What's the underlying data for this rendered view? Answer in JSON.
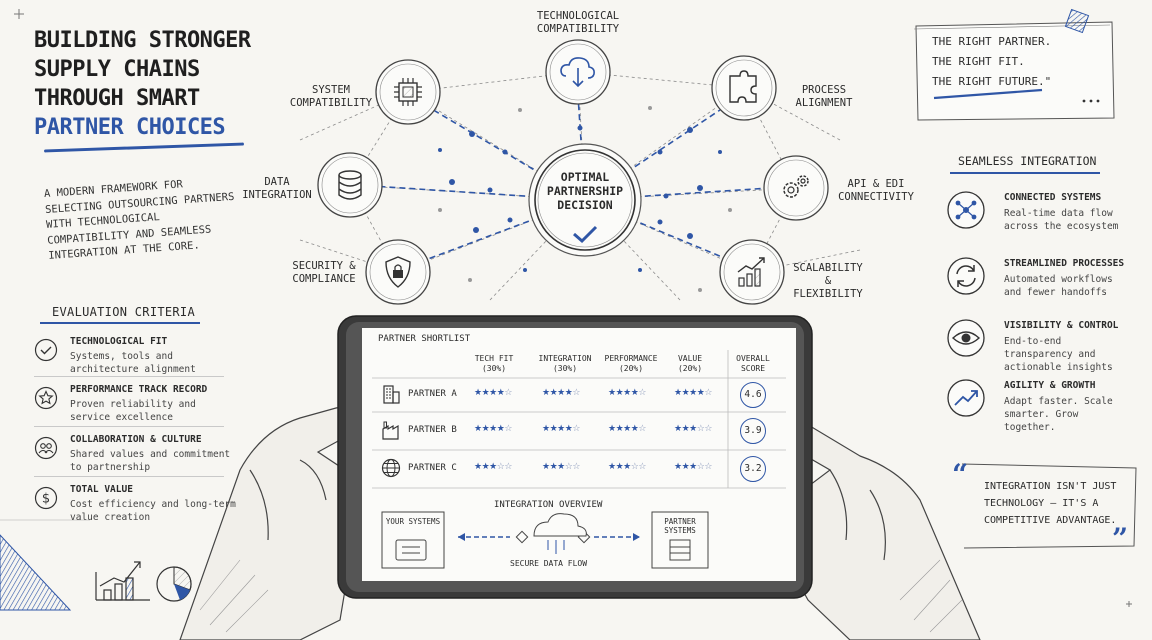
{
  "title": {
    "line1": "Building Stronger",
    "line2": "Supply Chains",
    "line3": "Through Smart",
    "line4": "Partner Choices"
  },
  "intro": "A modern framework for selecting outsourcing partners with technological compatibility and seamless integration at the core.",
  "evaluation": {
    "heading": "Evaluation Criteria",
    "items": [
      {
        "title": "Technological Fit",
        "desc": "Systems, tools and architecture alignment",
        "icon": "check-circle-icon"
      },
      {
        "title": "Performance Track Record",
        "desc": "Proven reliability and service excellence",
        "icon": "star-icon"
      },
      {
        "title": "Collaboration & Culture",
        "desc": "Shared values and commitment to partnership",
        "icon": "people-icon"
      },
      {
        "title": "Total Value",
        "desc": "Cost efficiency and long-term value creation",
        "icon": "dollar-icon"
      }
    ]
  },
  "hub": {
    "center": "Optimal Partnership Decision",
    "nodes": {
      "tech": "Technological Compatibility",
      "system": "System Compatibility",
      "process": "Process Alignment",
      "data": "Data Integration",
      "api": "API & EDI Connectivity",
      "security": "Security & Compliance",
      "scalability": "Scalability & Flexibility"
    }
  },
  "quote_top": {
    "line1": "The right partner.",
    "line2": "The right fit.",
    "line3": "The right future.\""
  },
  "seamless": {
    "heading": "Seamless Integration",
    "items": [
      {
        "title": "Connected Systems",
        "desc": "Real-time data flow across the ecosystem",
        "icon": "network-icon"
      },
      {
        "title": "Streamlined Processes",
        "desc": "Automated workflows and fewer handoffs",
        "icon": "refresh-icon"
      },
      {
        "title": "Visibility & Control",
        "desc": "End-to-end transparency and actionable insights",
        "icon": "eye-icon"
      },
      {
        "title": "Agility & Growth",
        "desc": "Adapt faster. Scale smarter. Grow together.",
        "icon": "trend-up-icon"
      }
    ]
  },
  "quote_bottom": "Integration isn't just technology — it's a competitive advantage.",
  "shortlist": {
    "title": "Partner Shortlist",
    "columns": [
      {
        "label": "Tech Fit",
        "weight": "(30%)"
      },
      {
        "label": "Integration",
        "weight": "(30%)"
      },
      {
        "label": "Performance",
        "weight": "(20%)"
      },
      {
        "label": "Value",
        "weight": "(20%)"
      }
    ],
    "score_header": "Overall Score",
    "rows": [
      {
        "name": "Partner A",
        "ratings": [
          4,
          4,
          4,
          4
        ],
        "score": "4.6",
        "icon": "office-building-icon"
      },
      {
        "name": "Partner B",
        "ratings": [
          4,
          4,
          4,
          3
        ],
        "score": "3.9",
        "icon": "factory-icon"
      },
      {
        "name": "Partner C",
        "ratings": [
          3,
          3,
          3,
          3
        ],
        "score": "3.2",
        "icon": "globe-icon"
      }
    ],
    "max_rating": 5
  },
  "integration": {
    "heading": "Integration Overview",
    "left_box": "Your Systems",
    "right_box": "Partner Systems",
    "flow": "Secure Data Flow"
  },
  "colors": {
    "accent": "#2f56a6",
    "ink": "#2b2b2b",
    "paper": "#f7f6f2"
  }
}
